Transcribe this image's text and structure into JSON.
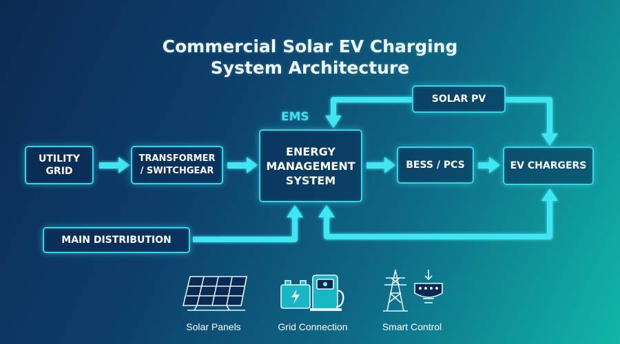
{
  "title": {
    "line1": "Commercial Solar EV Charging",
    "line2": "System Architecture"
  },
  "ems_label": "EMS",
  "nodes": {
    "utility_grid": {
      "line1": "UTILITY",
      "line2": "GRID"
    },
    "transformer": {
      "line1": "TRANSFORMER",
      "line2": "/ SWITCHGEAR"
    },
    "energy_management": {
      "line1": "ENERGY",
      "line2": "MANAGEMENT",
      "line3": "SYSTEM"
    },
    "bess": {
      "label": "BESS / PCS"
    },
    "ev_chargers": {
      "label": "EV CHARGERS"
    },
    "solar_pv": {
      "label": "SOLAR PV"
    },
    "main_distribution": {
      "label": "MAIN DISTRIBUTION"
    }
  },
  "icons": [
    {
      "icon": "solar-panel-icon",
      "caption": "Solar Panels"
    },
    {
      "icon": "grid-connection-icon",
      "caption": "Grid Connection"
    },
    {
      "icon": "smart-control-icon",
      "caption": "Smart Control"
    }
  ],
  "colors": {
    "accent": "#35d6e8",
    "arrow": "#3fe6f2",
    "title": "#f2fbff"
  }
}
